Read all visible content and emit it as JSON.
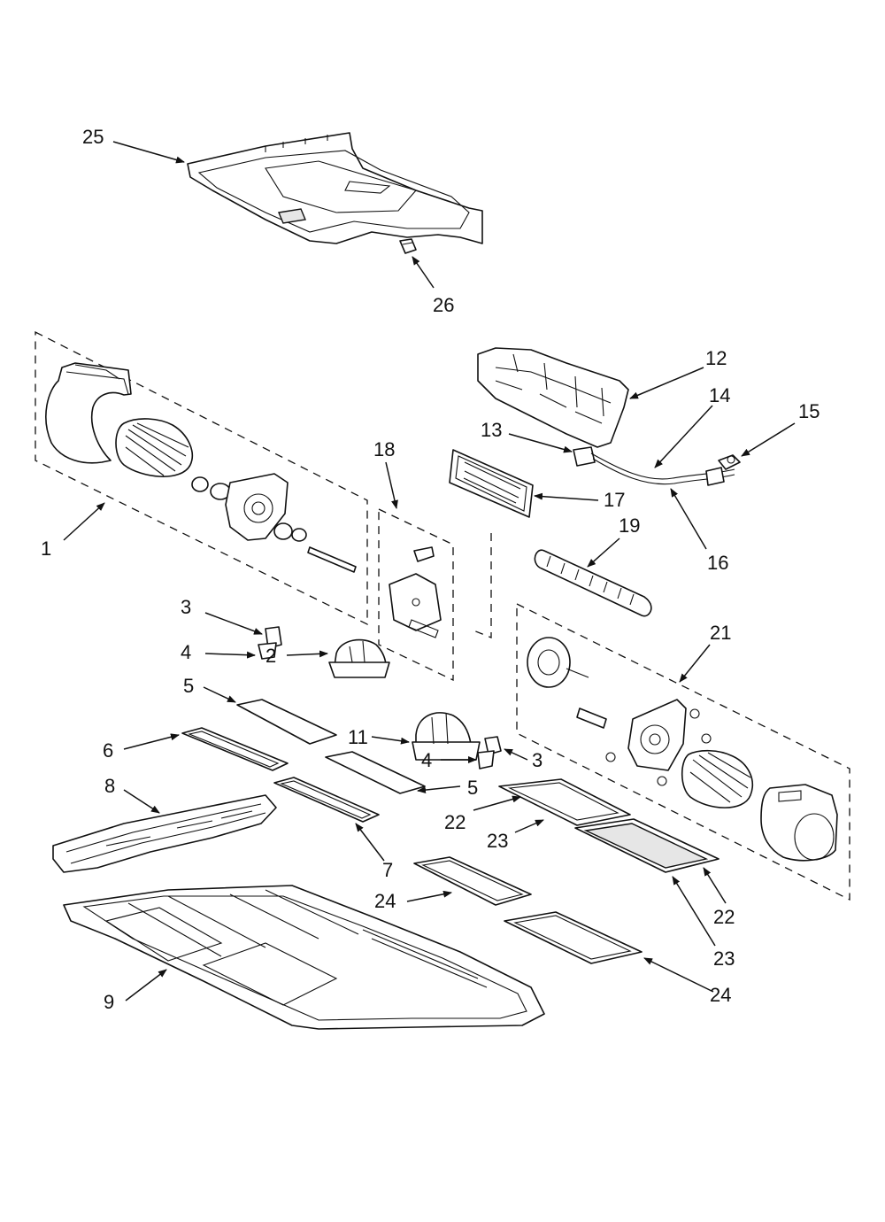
{
  "diagram": {
    "callouts": {
      "c25": "25",
      "c26": "26",
      "c12": "12",
      "c14": "14",
      "c15": "15",
      "c13": "13",
      "c18": "18",
      "c17": "17",
      "c19": "19",
      "c16": "16",
      "c1": "1",
      "c3a": "3",
      "c4a": "4",
      "c2": "2",
      "c21": "21",
      "c5a": "5",
      "c11": "11",
      "c6": "6",
      "c4b": "4",
      "c3b": "3",
      "c8": "8",
      "c5b": "5",
      "c22a": "22",
      "c23a": "23",
      "c7": "7",
      "c24a": "24",
      "c22b": "22",
      "c9": "9",
      "c23b": "23",
      "c24b": "24"
    }
  }
}
